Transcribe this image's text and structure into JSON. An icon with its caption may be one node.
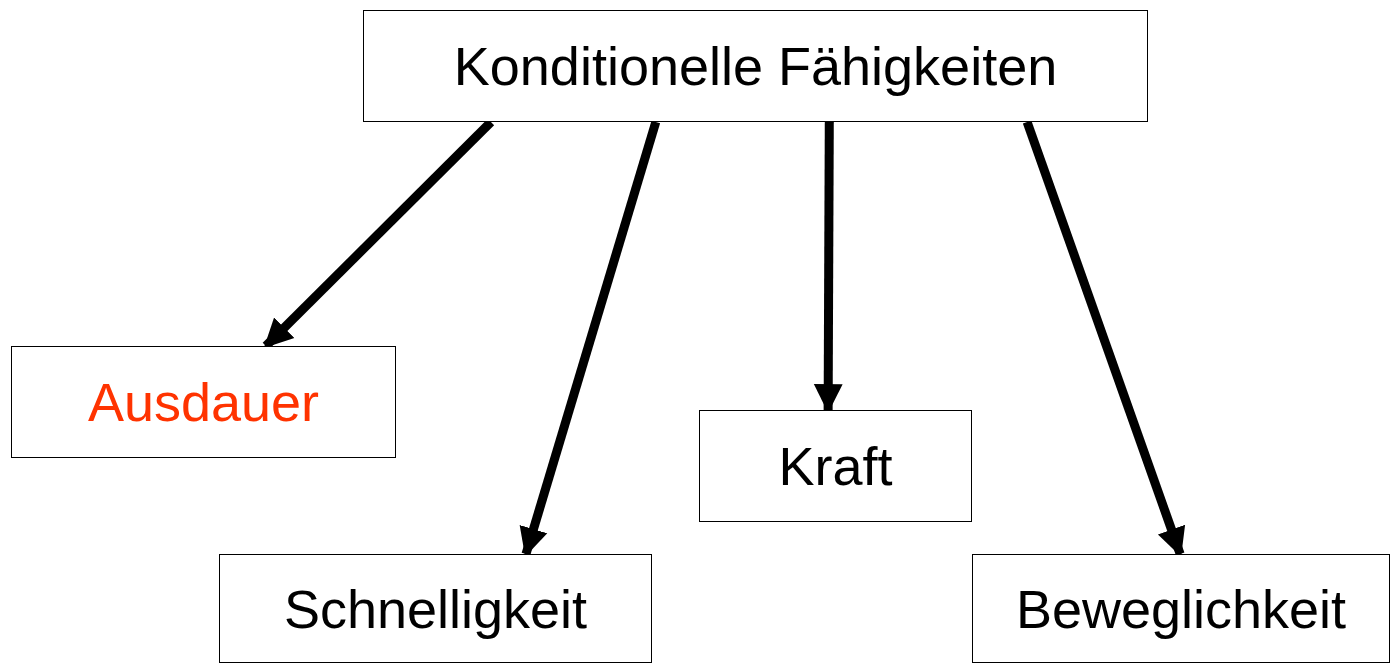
{
  "diagram": {
    "nodes": [
      {
        "text": [
          "Konditionelle Fähigkeiten"
        ]
      },
      {
        "text": [
          "Ausdauer"
        ]
      },
      {
        "text": [
          "Schnelligkeit"
        ]
      },
      {
        "text": [
          "Kraft"
        ]
      },
      {
        "text": [
          "Beweglichkeit"
        ]
      }
    ],
    "edges": [
      {
        "from": 0,
        "to": 1,
        "arrow": "to"
      },
      {
        "from": 0,
        "to": 2,
        "arrow": "to"
      },
      {
        "from": 0,
        "to": 3,
        "arrow": "to"
      },
      {
        "from": 0,
        "to": 4,
        "arrow": "to"
      }
    ]
  }
}
